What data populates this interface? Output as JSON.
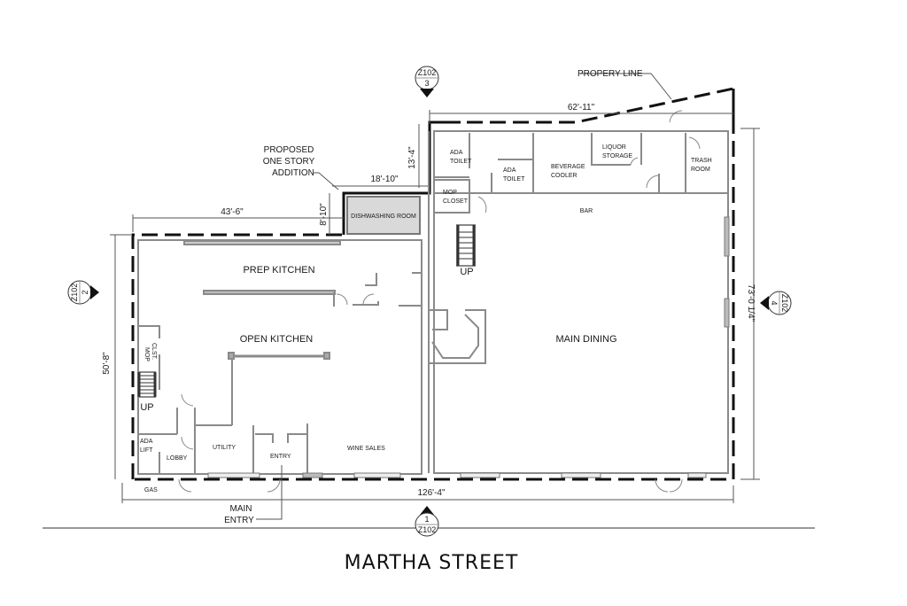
{
  "plan": {
    "street_name": "MARTHA STREET",
    "property_line_label": "PROPERY LINE",
    "proposed_addition_label": [
      "PROPOSED",
      "ONE STORY",
      "ADDITION"
    ],
    "main_entry_label": [
      "MAIN",
      "ENTRY"
    ],
    "gas_label": "GAS"
  },
  "rooms": {
    "prep_kitchen": "PREP KITCHEN",
    "open_kitchen": "OPEN KITCHEN",
    "main_dining": "MAIN DINING",
    "dishwashing_room": "DISHWASHING ROOM",
    "bar": "BAR",
    "beverage_cooler": [
      "BEVERAGE",
      "COOLER"
    ],
    "liquor_storage": [
      "LIQUOR",
      "STORAGE"
    ],
    "trash_room": [
      "TRASH",
      "ROOM"
    ],
    "ada_toilet_1": [
      "ADA",
      "TOILET"
    ],
    "ada_toilet_2": [
      "ADA",
      "TOILET"
    ],
    "mop_closet": [
      "MOP",
      "CLOSET"
    ],
    "mop_clst": [
      "MOP",
      "CLST."
    ],
    "ada_lift": [
      "ADA",
      "LIFT"
    ],
    "lobby": "LOBBY",
    "utility": "UTILITY",
    "entry": "ENTRY",
    "wine_sales": "WINE SALES",
    "stair_up_left": "UP",
    "stair_up_right": "UP"
  },
  "dimensions": {
    "top_right_width": "62'-11\"",
    "addition_width": "18'-10\"",
    "addition_depth_upper": "13'-4\"",
    "addition_depth_lower": "8'-10\"",
    "left_top_width": "43'-6\"",
    "left_depth": "50'-8\"",
    "right_depth": "73'-0 1/4\"",
    "overall_width": "126'-4\""
  },
  "section_markers": [
    {
      "id": "marker-top",
      "sheet": "Z102",
      "number": "3"
    },
    {
      "id": "marker-left",
      "sheet": "Z102",
      "number": "2"
    },
    {
      "id": "marker-right",
      "sheet": "Z102",
      "number": "4"
    },
    {
      "id": "marker-bottom",
      "sheet": "Z102",
      "number": "1"
    }
  ],
  "colors": {
    "wall": "#8a8a8a",
    "property_line": "#111111",
    "dishwashing_fill": "#d9d9d9",
    "dimension_line": "#555555"
  }
}
